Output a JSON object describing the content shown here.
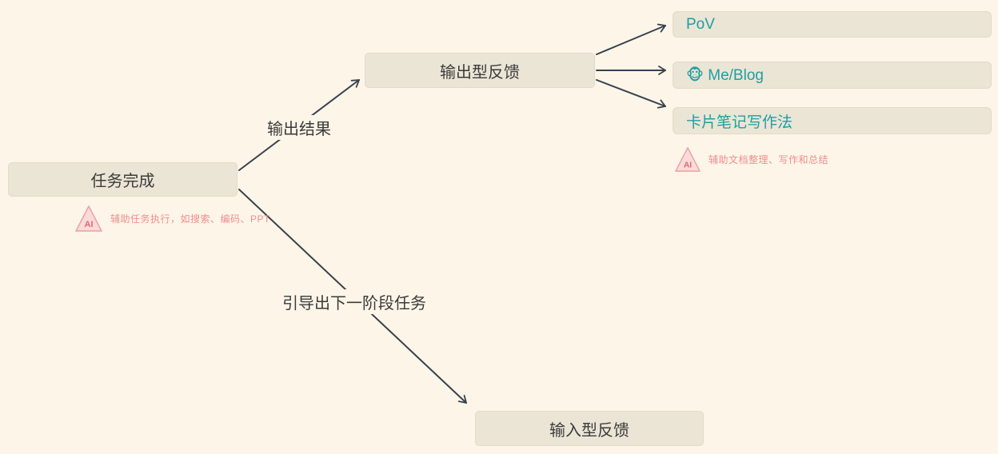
{
  "canvas": {
    "type": "mind-map",
    "background": "#fdf5e8"
  },
  "nodes": {
    "task_done": {
      "label": "任务完成"
    },
    "output_feedback": {
      "label": "输出型反馈"
    },
    "pov": {
      "label": "PoV"
    },
    "me_blog": {
      "label": "🐵 Me/Blog"
    },
    "card_notes": {
      "label": "卡片笔记写作法"
    },
    "input_feedback": {
      "label": "输入型反馈"
    }
  },
  "edges": {
    "output_result_label": "输出结果",
    "next_stage_label": "引导出下一阶段任务"
  },
  "notes": {
    "ai_badge": "AI",
    "task_note": "辅助任务执行，如搜索、编码、PPT",
    "doc_note": "辅助文档整理、写作和总结"
  },
  "colors": {
    "background": "#fdf5e8",
    "node_fill": "#ebe5d6",
    "node_border": "#e2dbc7",
    "node_text": "#3c3c3c",
    "leaf_text": "#1f9fa0",
    "arrow": "#37424c",
    "note_text": "#ef8e8e",
    "triangle_fill": "#fbdada",
    "triangle_border": "#e9a2a2",
    "ai_badge_text": "#e06a6a"
  }
}
